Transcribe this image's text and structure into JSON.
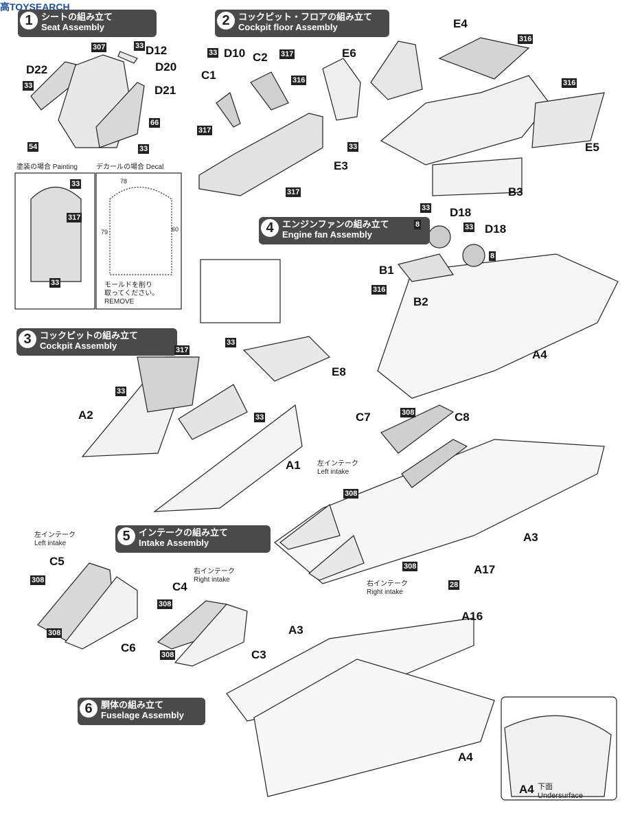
{
  "watermark": "高TOYSEARCH",
  "steps": [
    {
      "num": "1",
      "jp": "シートの組み立て",
      "en": "Seat Assembly"
    },
    {
      "num": "2",
      "jp": "コックピット・フロアの組み立て",
      "en": "Cockpit floor Assembly"
    },
    {
      "num": "3",
      "jp": "コックピットの組み立て",
      "en": "Cockpit Assembly"
    },
    {
      "num": "4",
      "jp": "エンジンファンの組み立て",
      "en": "Engine fan Assembly"
    },
    {
      "num": "5",
      "jp": "インテークの組み立て",
      "en": "Intake Assembly"
    },
    {
      "num": "6",
      "jp": "胴体の組み立て",
      "en": "Fuselage Assembly"
    }
  ],
  "painting_label": "塗装の場合 Painting",
  "decal_label": "デカールの場合 Decal",
  "remove_note": {
    "jp1": "モールドを削り",
    "jp2": "取ってください。",
    "en": "REMOVE"
  },
  "intake_labels": {
    "left_jp": "左インテーク",
    "left_en": "Left intake",
    "right_jp": "右インテーク",
    "right_en": "Right intake"
  },
  "undersurface": {
    "jp": "下面",
    "en": "Undersurface"
  },
  "decal_numbers": {
    "d78": "78",
    "d79": "79",
    "d60": "60"
  },
  "parts": {
    "D12": "D12",
    "D20": "D20",
    "D21": "D21",
    "D22": "D22",
    "C1": "C1",
    "C2": "C2",
    "D10": "D10",
    "E6": "E6",
    "E3": "E3",
    "E4": "E4",
    "E5": "E5",
    "B3": "B3",
    "D18a": "D18",
    "D18b": "D18",
    "B1": "B1",
    "B2": "B2",
    "A4a": "A4",
    "E8": "E8",
    "A2": "A2",
    "A1": "A1",
    "C7": "C7",
    "C8": "C8",
    "A3a": "A3",
    "A17": "A17",
    "C5": "C5",
    "C6": "C6",
    "C4": "C4",
    "C3": "C3",
    "A16": "A16",
    "A3b": "A3",
    "A4b": "A4",
    "A4c": "A4"
  },
  "colors": {
    "t307": "307",
    "t33": "33",
    "t66": "66",
    "t54": "54",
    "t317": "317",
    "t316": "316",
    "t8": "8",
    "t308": "308",
    "t28": "28"
  }
}
